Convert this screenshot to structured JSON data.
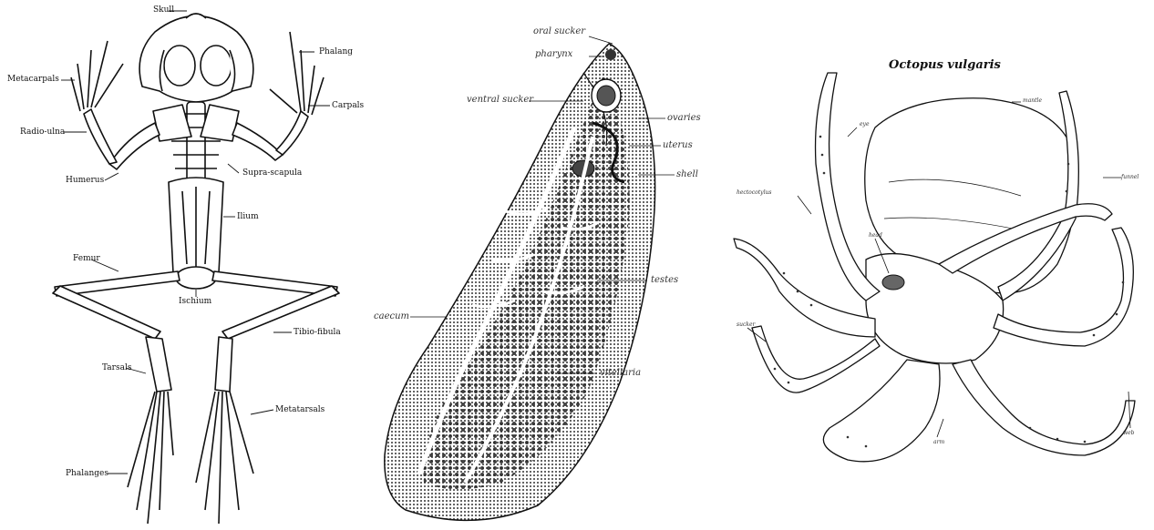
{
  "frog": {
    "labels": {
      "skull": "Skull",
      "phalanges_top": "Phalang",
      "metacarpals": "Metacarpals",
      "carpals": "Carpals",
      "radio_ulna": "Radio-ulna",
      "humerus": "Humerus",
      "supra_scapula": "Supra-scapula",
      "ilium": "Ilium",
      "femur": "Femur",
      "ischium": "Ischium",
      "tibio_fibula": "Tibio-fibula",
      "tarsals": "Tarsals",
      "metatarsals": "Metatarsals",
      "phalanges_bottom": "Phalanges"
    }
  },
  "fluke": {
    "labels": {
      "oral_sucker": "oral sucker",
      "pharynx": "pharynx",
      "ventral_sucker": "ventral sucker",
      "ovaries": "ovaries",
      "uterus": "uterus",
      "shell": "shell",
      "testes": "testes",
      "caecum": "caecum",
      "vitellaria": "vitellaria"
    }
  },
  "octopus": {
    "title": "Octopus vulgaris",
    "labels": {
      "mantle": "mantle",
      "eye": "eye",
      "funnel": "funnel",
      "hectocotylus": "hectocotylus",
      "head": "head",
      "sucker": "sucker",
      "arm": "arm",
      "web": "web"
    }
  },
  "colors": {
    "ink": "#111111",
    "paper": "#ffffff"
  }
}
